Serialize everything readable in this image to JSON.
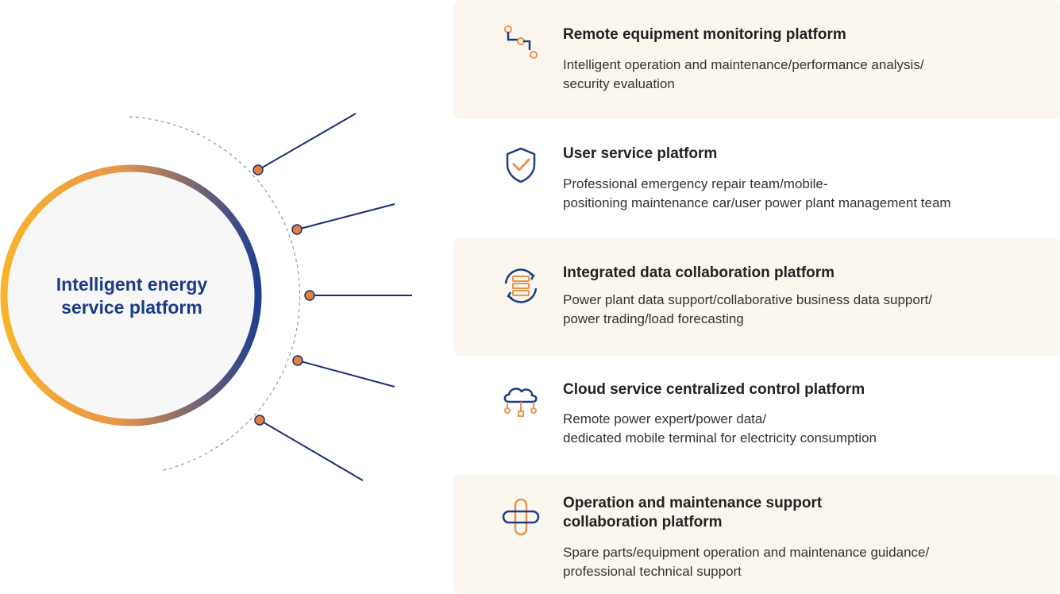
{
  "hub": {
    "line1": "Intelligent energy",
    "line2": "service platform"
  },
  "colors": {
    "ring_start": "#f6b52a",
    "ring_end": "#1e3f8f",
    "connector": "#1c2e74",
    "dot": "#e47f3d",
    "card_bg": "#fbf6ee"
  },
  "platforms": [
    {
      "icon": "workflow-nodes-icon",
      "title": [
        "Remote equipment monitoring platform"
      ],
      "desc": [
        "Intelligent operation and maintenance/performance analysis/",
        "security evaluation"
      ]
    },
    {
      "icon": "shield-check-icon",
      "title": [
        "User service platform"
      ],
      "desc": [
        "Professional emergency repair team/mobile-",
        "positioning maintenance car/user power plant management team"
      ]
    },
    {
      "icon": "data-sync-icon",
      "title": [
        "Integrated data collaboration platform"
      ],
      "desc": [
        "Power plant data support/collaborative business data support/",
        "power trading/load forecasting"
      ]
    },
    {
      "icon": "cloud-network-icon",
      "title": [
        "Cloud service centralized control platform"
      ],
      "desc": [
        "Remote power expert/power data/",
        "dedicated mobile terminal for electricity consumption"
      ]
    },
    {
      "icon": "link-chain-icon",
      "title": [
        "Operation and maintenance support",
        "collaboration platform"
      ],
      "desc": [
        "Spare parts/equipment operation and maintenance guidance/",
        "professional technical support"
      ]
    }
  ]
}
